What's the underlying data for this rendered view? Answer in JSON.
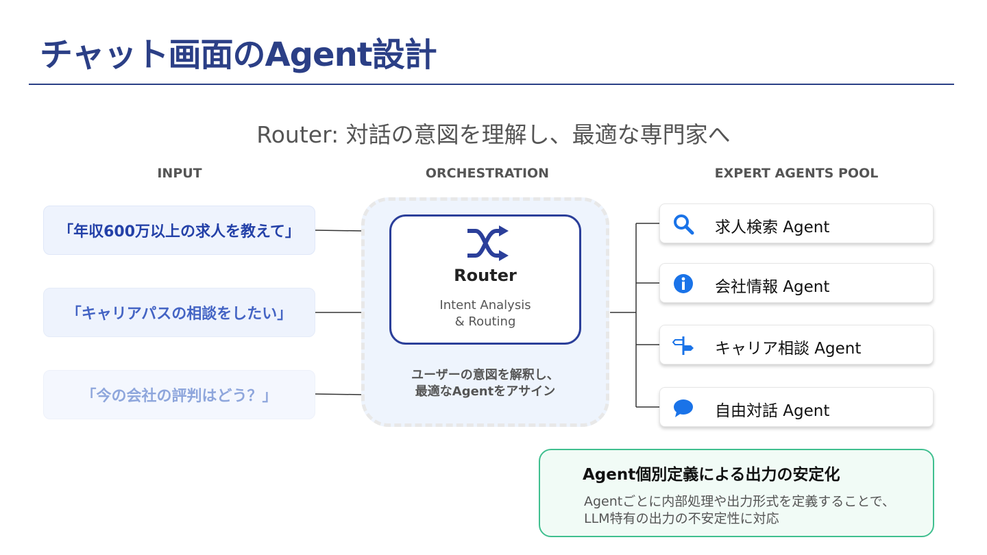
{
  "title": "チャット画面のAgent設計",
  "subtitle": "Router: 対話の意図を理解し、最適な専門家へ",
  "columns": {
    "input": "INPUT",
    "orchestration": "ORCHESTRATION",
    "experts": "EXPERT AGENTS POOL"
  },
  "inputs": [
    "「年収600万以上の求人を教えて」",
    "「キャリアパスの相談をしたい」",
    "「今の会社の評判はどう？」"
  ],
  "router": {
    "icon": "shuffle-icon",
    "name": "Router",
    "sub_line1": "Intent Analysis",
    "sub_line2": "& Routing",
    "caption_line1": "ユーザーの意図を解釈し、",
    "caption_line2": "最適なAgentをアサイン"
  },
  "agents": [
    {
      "label": "求人検索 Agent",
      "icon": "search-icon"
    },
    {
      "label": "会社情報 Agent",
      "icon": "info-icon"
    },
    {
      "label": "キャリア相談 Agent",
      "icon": "signpost-icon"
    },
    {
      "label": "自由対話 Agent",
      "icon": "chat-bubble-icon"
    }
  ],
  "note": {
    "title": "Agent個別定義による出力の安定化",
    "body_line1": "Agentごとに内部処理や出力形式を定義することで、",
    "body_line2": "LLM特有の出力の不安定性に対応"
  },
  "colors": {
    "title": "#2b3f86",
    "router_border": "#2b3f9a",
    "icon_blue": "#1a73e8",
    "note_border": "#3fbf8f"
  }
}
